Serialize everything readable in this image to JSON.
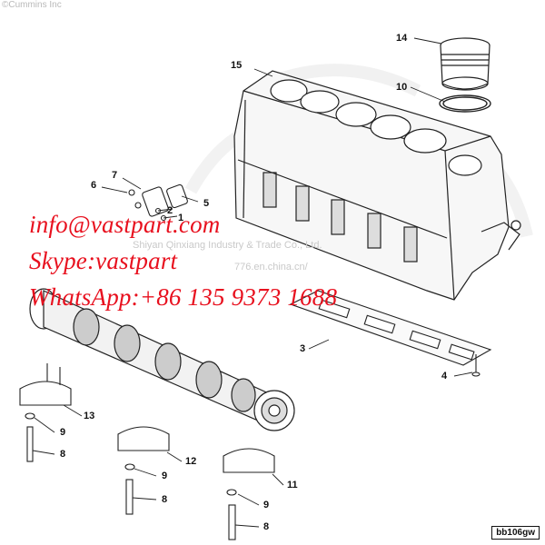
{
  "header": {
    "copyright": "©Cummins Inc"
  },
  "watermark": {
    "company": "Shiyan Qinxiang Industry & Trade Co., Ltd.",
    "site": "776.en.china.cn/"
  },
  "contact": {
    "email": "info@vastpart.com",
    "skype": "Skype:vastpart",
    "whatsapp": "WhatsApp:+86 135 9373 1688"
  },
  "callouts": [
    "15",
    "14",
    "10",
    "7",
    "6",
    "5",
    "2",
    "1",
    "3",
    "4",
    "13",
    "9",
    "8",
    "12",
    "9",
    "8",
    "11",
    "9",
    "8"
  ],
  "drawing_code": "bb106gw",
  "colors": {
    "contact_text": "#e8101e",
    "line": "#222222",
    "watermark": "#c9c9c9"
  }
}
